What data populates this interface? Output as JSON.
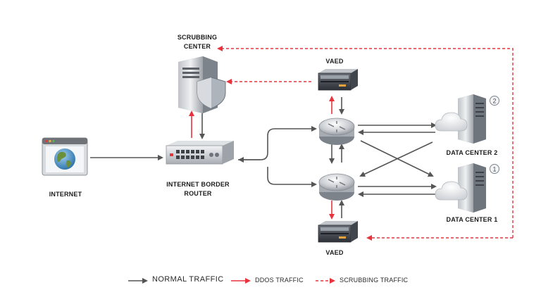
{
  "nodes": {
    "internet": {
      "label": "INTERNET"
    },
    "scrubbing_center": {
      "label_line1": "SCRUBBING",
      "label_line2": "CENTER"
    },
    "router": {
      "label_line1": "INTERNET BORDER",
      "label_line2": "ROUTER"
    },
    "vaed_top": {
      "label": "VAED"
    },
    "vaed_bottom": {
      "label": "VAED"
    },
    "data_center_2": {
      "label": "DATA CENTER 2",
      "badge": "2"
    },
    "data_center_1": {
      "label": "DATA CENTER 1",
      "badge": "1"
    }
  },
  "legend": {
    "normal": "NORMAL TRAFFIC",
    "ddos": "DDOS TRAFFIC",
    "scrubbing": "SCRUBBING TRAFFIC"
  },
  "colors": {
    "normal": "#555555",
    "ddos": "#e8333d",
    "scrubbing": "#e8333d"
  }
}
